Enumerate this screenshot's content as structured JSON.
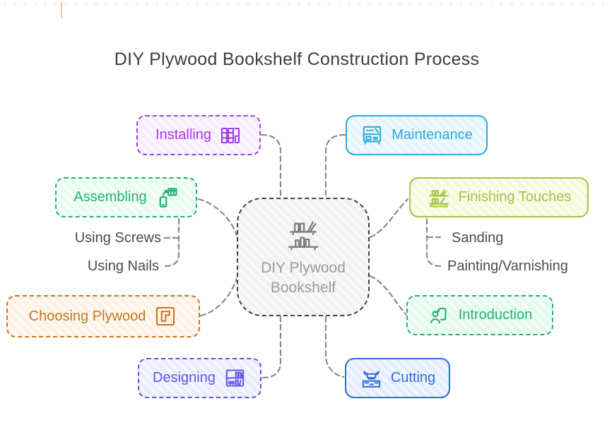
{
  "title": "DIY Plywood Bookshelf Construction Process",
  "nodes": {
    "central": {
      "label": "DIY Plywood\nBookshelf",
      "color": "#3f3f3f",
      "fill": "#f1f1f1",
      "text_color": "#9b9b9b",
      "icon_color": "#7e7e7e"
    },
    "installing": {
      "label": "Installing",
      "color": "#a438ec",
      "fill": "#f6edfe"
    },
    "maintenance": {
      "label": "Maintenance",
      "color": "#2ba9e0",
      "fill": "#e4f5fc"
    },
    "assembling": {
      "label": "Assembling",
      "color": "#23b176",
      "fill": "#e7fbf1"
    },
    "finishing": {
      "label": "Finishing Touches",
      "color": "#a2c542",
      "fill": "#f3f9da"
    },
    "choosing": {
      "label": "Choosing Plywood",
      "color": "#c9761d",
      "fill": "#fcf1e4"
    },
    "introduction": {
      "label": "Introduction",
      "color": "#22b173",
      "fill": "#e3f9ee"
    },
    "designing": {
      "label": "Designing",
      "color": "#6055e8",
      "fill": "#ecebfd"
    },
    "cutting": {
      "label": "Cutting",
      "color": "#2e6be0",
      "fill": "#e3edfb"
    }
  },
  "leaves": {
    "using_screws": {
      "label": "Using Screws"
    },
    "using_nails": {
      "label": "Using Nails"
    },
    "sanding": {
      "label": "Sanding"
    },
    "painting": {
      "label": "Painting/Varnishing"
    }
  },
  "decor": {
    "grid_mark": "+",
    "grid_color": "#dde2ef",
    "ruler_mark_color": "#f0b27c",
    "connector_color": "#8b8b8b",
    "title_color": "#3d3d3d"
  }
}
